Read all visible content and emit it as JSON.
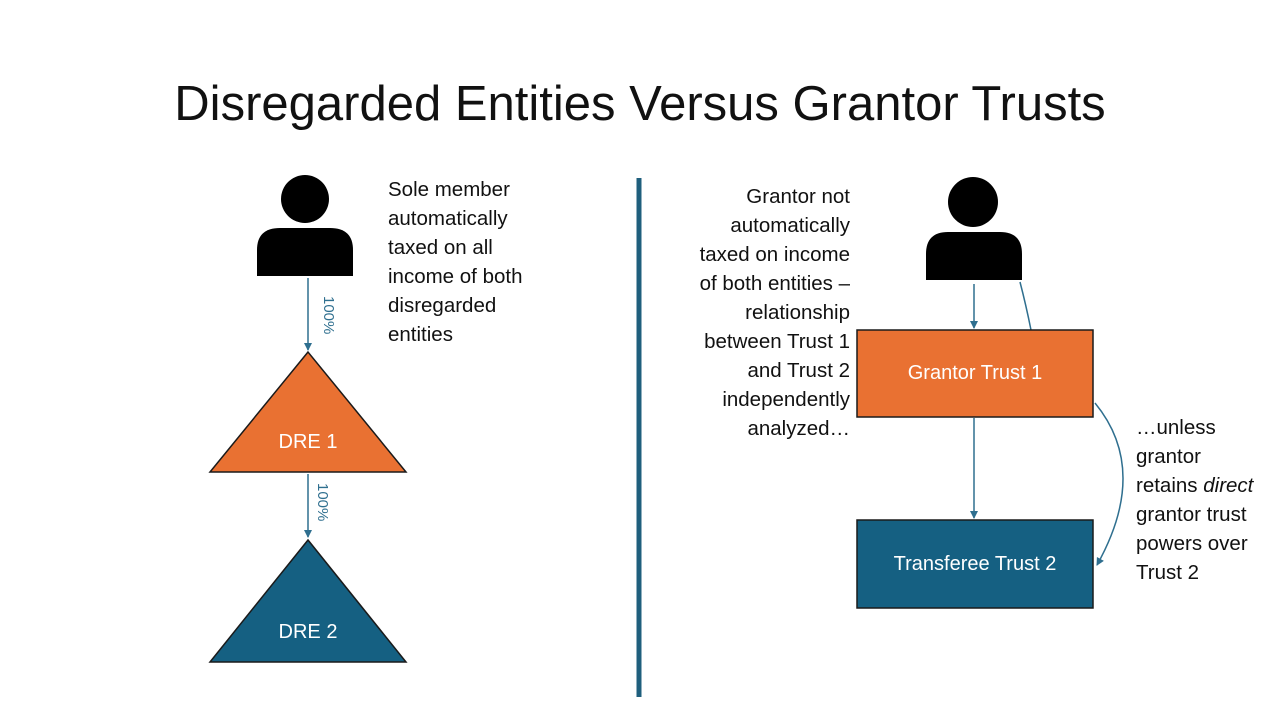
{
  "title": "Disregarded Entities Versus Grantor Trusts",
  "colors": {
    "orange": "#e97132",
    "blue": "#156082",
    "divider": "#1f5f7d",
    "arrow": "#2f6f8f"
  },
  "icons": {
    "person": "person-icon"
  },
  "left": {
    "note": "Sole member automatically taxed on all income of both disregarded entities",
    "dre1": "DRE 1",
    "dre2": "DRE 2",
    "pct1": "100%",
    "pct2": "100%"
  },
  "right": {
    "note_mid": "Grantor not automatically taxed on income of both entities – relationship between Trust 1 and Trust 2 independently analyzed…",
    "trust1": "Grantor Trust 1",
    "trust2": "Transferee Trust 2",
    "note_right_a": "…unless grantor retains ",
    "note_right_em": "direct",
    "note_right_b": " grantor trust powers over Trust 2"
  }
}
